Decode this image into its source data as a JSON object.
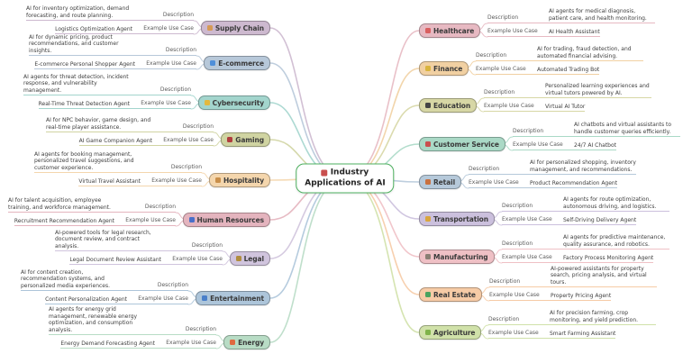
{
  "center": {
    "icon": "bar-chart-icon",
    "icon_color": "#c94f4e",
    "line1": "Industry",
    "line2": "Applications of AI",
    "border_color": "#4db05f"
  },
  "row_labels": {
    "description": "Description",
    "use_case": "Example Use Case"
  },
  "left_branches": [
    {
      "label": "Supply Chain",
      "icon": "package-icon",
      "icon_color": "#d69a55",
      "color": "#cdb9cf",
      "description": "AI for inventory optimization, demand forecasting, and route planning.",
      "use_case": "Logistics Optimization Agent"
    },
    {
      "label": "E-commerce",
      "icon": "shopping-cart-icon",
      "icon_color": "#4f8fd9",
      "color": "#b7c8d9",
      "description": "AI for dynamic pricing, product recommendations, and customer insights.",
      "use_case": "E-commerce Personal Shopper Agent"
    },
    {
      "label": "Cybersecurity",
      "icon": "lock-icon",
      "icon_color": "#e3b83e",
      "color": "#a3d5cd",
      "description": "AI agents for threat detection, incident response, and vulnerability management.",
      "use_case": "Real-Time Threat Detection Agent"
    },
    {
      "label": "Gaming",
      "icon": "game-controller-icon",
      "icon_color": "#b03e3e",
      "color": "#d0d4a2",
      "description": "AI for NPC behavior, game design, and real-time player assistance.",
      "use_case": "AI Game Companion Agent"
    },
    {
      "label": "Hospitality",
      "icon": "hotel-icon",
      "icon_color": "#c98f4a",
      "color": "#f4d6ad",
      "description": "AI agents for booking management, personalized travel suggestions, and customer experience.",
      "use_case": "Virtual Travel Assistant"
    },
    {
      "label": "Human Resources",
      "icon": "people-icon",
      "icon_color": "#4a6fc9",
      "color": "#e4b4be",
      "description": "AI for talent acquisition, employee training, and workforce management.",
      "use_case": "Recruitment Recommendation Agent"
    },
    {
      "label": "Legal",
      "icon": "scales-icon",
      "icon_color": "#b08d3e",
      "color": "#d0c4dd",
      "description": "AI-powered tools for legal research, document review, and contract analysis.",
      "use_case": "Legal Document Review Assistant"
    },
    {
      "label": "Entertainment",
      "icon": "clapperboard-icon",
      "icon_color": "#4a7fc9",
      "color": "#adc5da",
      "description": "AI for content creation, recommendation systems, and personalized media experiences.",
      "use_case": "Content Personalization Agent"
    },
    {
      "label": "Energy",
      "icon": "lightning-icon",
      "icon_color": "#e06840",
      "color": "#b8dcc5",
      "description": "AI agents for energy grid management, renewable energy optimization, and consumption analysis.",
      "use_case": "Energy Demand Forecasting Agent"
    }
  ],
  "right_branches": [
    {
      "label": "Healthcare",
      "icon": "hospital-icon",
      "icon_color": "#d95f5f",
      "color": "#e7b9c2",
      "description": "AI agents for medical diagnosis, patient care, and health monitoring.",
      "use_case": "AI Health Assistant"
    },
    {
      "label": "Finance",
      "icon": "money-bag-icon",
      "icon_color": "#d9b43e",
      "color": "#f1d0a2",
      "description": "AI for trading, fraud detection, and automated financial advising.",
      "use_case": "Automated Trading Bot"
    },
    {
      "label": "Education",
      "icon": "graduation-cap-icon",
      "icon_color": "#444444",
      "color": "#d7d7a5",
      "description": "Personalized learning experiences and virtual tutors powered by AI.",
      "use_case": "Virtual AI Tutor"
    },
    {
      "label": "Customer Service",
      "icon": "phone-icon",
      "icon_color": "#c94f4e",
      "color": "#aad9c6",
      "description": "AI chatbots and virtual assistants to handle customer queries efficiently.",
      "use_case": "24/7 AI Chatbot"
    },
    {
      "label": "Retail",
      "icon": "shopping-bags-icon",
      "icon_color": "#c9703e",
      "color": "#b6c9da",
      "description": "AI for personalized shopping, inventory management, and recommendations.",
      "use_case": "Product Recommendation Agent"
    },
    {
      "label": "Transportation",
      "icon": "car-icon",
      "icon_color": "#d9a53e",
      "color": "#cbc0dd",
      "description": "AI agents for route optimization, autonomous driving, and logistics.",
      "use_case": "Self-Driving Delivery Agent"
    },
    {
      "label": "Manufacturing",
      "icon": "factory-icon",
      "icon_color": "#8a7f74",
      "color": "#efc0c5",
      "description": "AI agents for predictive maintenance, quality assurance, and robotics.",
      "use_case": "Factory Process Monitoring Agent"
    },
    {
      "label": "Real Estate",
      "icon": "house-icon",
      "icon_color": "#4aa35f",
      "color": "#f6cba6",
      "description": "AI-powered assistants for property search, pricing analysis, and virtual tours.",
      "use_case": "Property Pricing Agent"
    },
    {
      "label": "Agriculture",
      "icon": "wheat-icon",
      "icon_color": "#7fb34a",
      "color": "#d0e1a9",
      "description": "AI for precision farming, crop monitoring, and yield prediction.",
      "use_case": "Smart Farming Assistant"
    }
  ]
}
